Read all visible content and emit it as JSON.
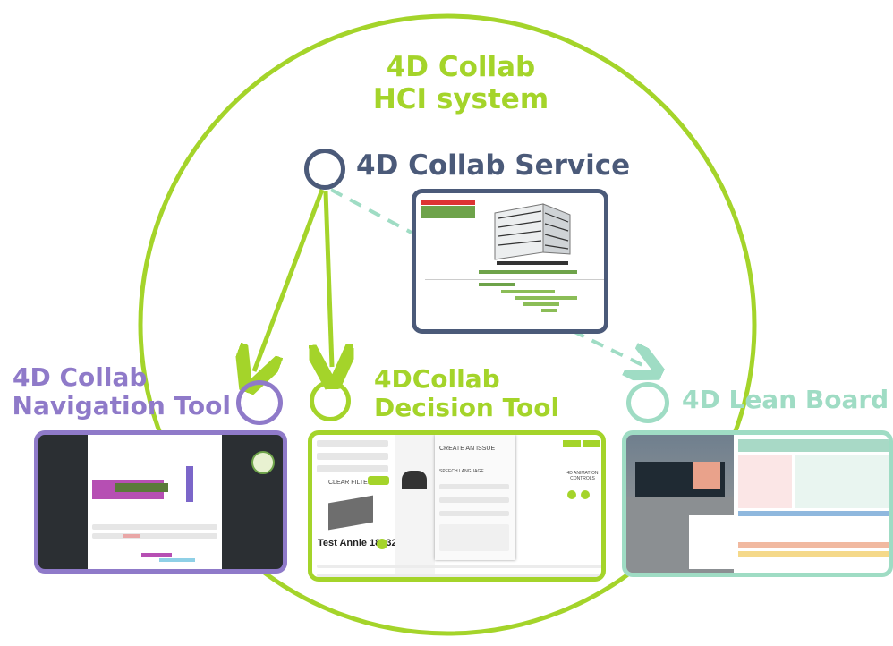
{
  "colors": {
    "system": "#a4d42a",
    "service": "#4b5a79",
    "navigation": "#8f7ac9",
    "decision": "#a4d42a",
    "lean": "#9fdcc4"
  },
  "system": {
    "line1": "4D Collab",
    "line2": "HCI system"
  },
  "service": {
    "title": "4D Collab Service"
  },
  "navigation": {
    "line1": "4D Collab",
    "line2": "Navigation Tool"
  },
  "decision": {
    "line1": "4DCollab",
    "line2": "Decision Tool",
    "panel": {
      "create_issue": "CREATE AN ISSUE",
      "speech_language": "SPEECH LANGUAGE",
      "card_title": "Test Annie 18032...",
      "clear_filters": "CLEAR FILTERS",
      "animation_controls": "4D ANIMATION CONTROLS"
    }
  },
  "lean": {
    "title": "4D Lean Board"
  }
}
